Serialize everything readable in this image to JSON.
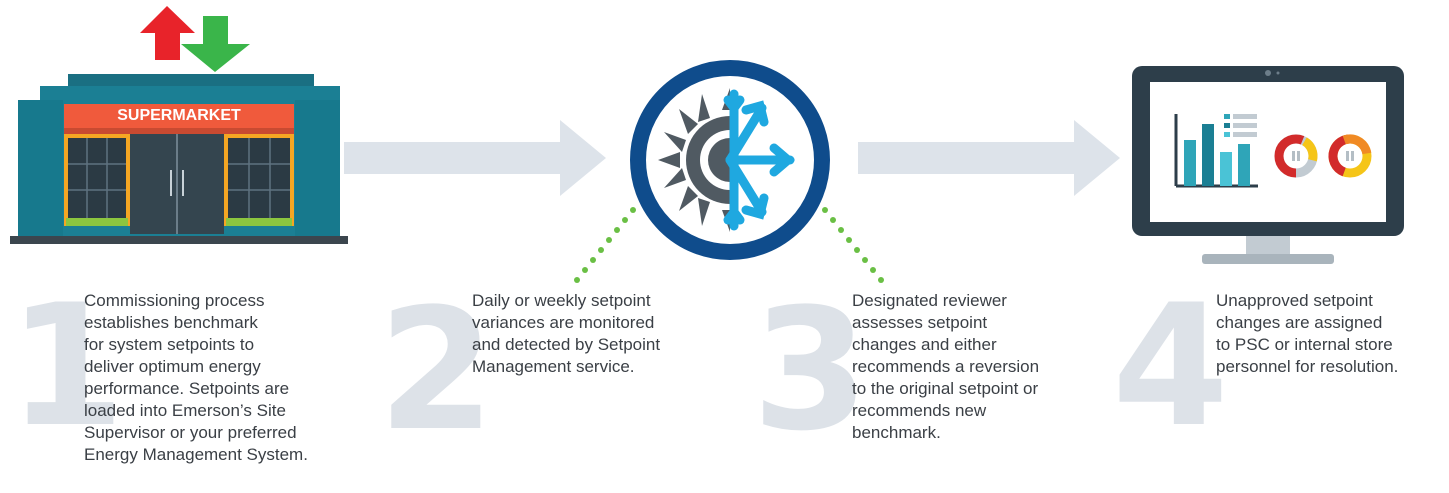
{
  "store": {
    "sign": "SUPERMARKET"
  },
  "steps": [
    {
      "number": "1",
      "text": "Commissioning process\nestablishes benchmark\nfor system setpoints to\ndeliver optimum energy\nperformance. Setpoints are\nloaded into Emerson’s Site\nSupervisor or your preferred\nEnergy Management System."
    },
    {
      "number": "2",
      "text": "Daily or weekly setpoint\nvariances are monitored\nand detected by Setpoint\nManagement service."
    },
    {
      "number": "3",
      "text": "Designated reviewer\nassesses setpoint\nchanges and either\nrecommends a reversion\nto the original setpoint or\nrecommends new\nbenchmark."
    },
    {
      "number": "4",
      "text": "Unapproved setpoint\nchanges are assigned\nto PSC or internal store\npersonnel for resolution."
    }
  ],
  "icons": [
    "up-arrow-icon",
    "down-arrow-icon",
    "supermarket-icon",
    "sun-snowflake-icon",
    "monitor-dashboard-icon"
  ],
  "colors": {
    "store_body": "#1b7f94",
    "store_sign": "#f05a3c",
    "arrow_up": "#e8232a",
    "arrow_down": "#3ab54a",
    "flow_arrow": "#dde3ea",
    "badge_ring": "#0f4c8c",
    "sun": "#505a62",
    "snowflake": "#1fa8e0",
    "dots": "#6abf45",
    "monitor": "#2d3e4a",
    "chart_teal": "#2fa5b8",
    "big_numbers": "#dde2e8"
  }
}
